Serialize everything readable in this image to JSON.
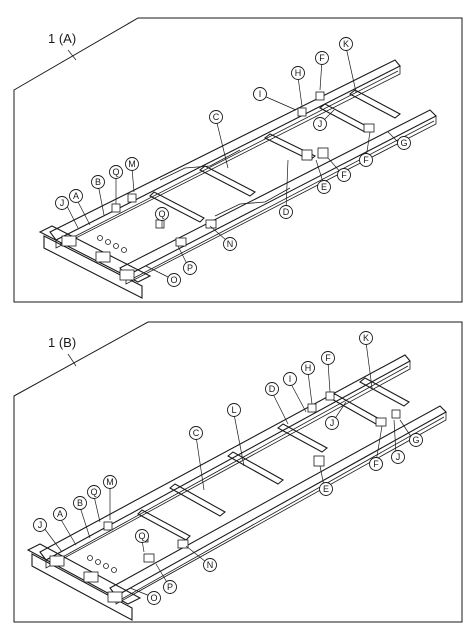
{
  "panels": [
    {
      "id": "A",
      "title": "1 (A)",
      "callouts": [
        "A",
        "B",
        "C",
        "D",
        "E",
        "F",
        "F",
        "F",
        "G",
        "H",
        "I",
        "J",
        "J",
        "K",
        "M",
        "N",
        "O",
        "P",
        "Q",
        "Q"
      ]
    },
    {
      "id": "B",
      "title": "1 (B)",
      "callouts": [
        "A",
        "B",
        "C",
        "D",
        "E",
        "F",
        "F",
        "G",
        "H",
        "I",
        "J",
        "J",
        "J",
        "K",
        "L",
        "M",
        "N",
        "O",
        "P",
        "Q",
        "Q"
      ]
    }
  ]
}
